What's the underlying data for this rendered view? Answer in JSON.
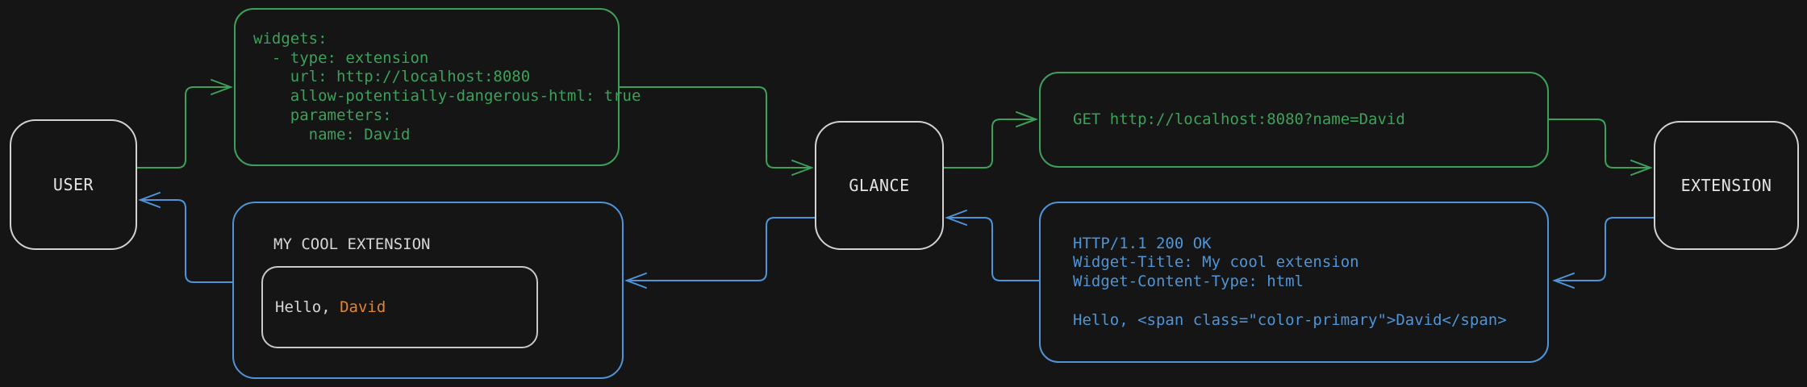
{
  "colors": {
    "background": "#151515",
    "request_green": "#3ca05a",
    "response_blue": "#4e94d8",
    "node_border": "#d2d2d2",
    "text_light": "#d6d6d6",
    "name_orange": "#e5832c"
  },
  "nodes": {
    "user": {
      "label": "USER"
    },
    "glance": {
      "label": "GLANCE"
    },
    "extension": {
      "label": "EXTENSION"
    }
  },
  "config_box": {
    "code": "widgets:\n  - type: extension\n    url: http://localhost:8080\n    allow-potentially-dangerous-html: true\n    parameters:\n      name: David"
  },
  "request_box": {
    "code": "GET http://localhost:8080?name=David"
  },
  "response_box": {
    "code": "HTTP/1.1 200 OK\nWidget-Title: My cool extension\nWidget-Content-Type: html\n\nHello, <span class=\"color-primary\">David</span>"
  },
  "widget_box": {
    "title": "MY COOL EXTENSION",
    "greeting_prefix": "Hello, ",
    "greeting_name": "David"
  }
}
